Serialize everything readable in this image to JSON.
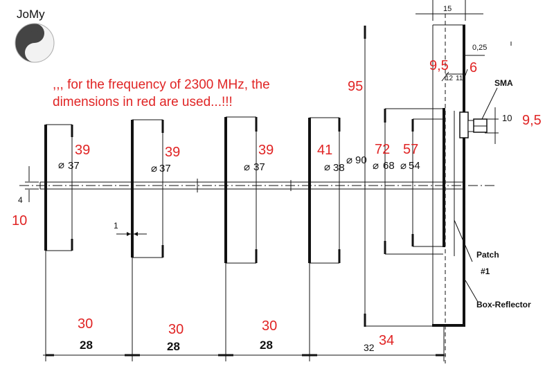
{
  "logo": {
    "name": "JoMy",
    "icon": "yin-yang-icon"
  },
  "note": {
    "line1": ",,, for the frequency of 2300 MHz, the",
    "line2": "dimensions in red are used...!!!"
  },
  "colors": {
    "red": "#e02424",
    "black": "#111111"
  },
  "elements": [
    {
      "red": "39",
      "black": "37",
      "dia": "⌀"
    },
    {
      "red": "39",
      "black": "37",
      "dia": "⌀"
    },
    {
      "red": "39",
      "black": "37",
      "dia": "⌀"
    },
    {
      "red": "41",
      "black": "38",
      "dia": "⌀"
    },
    {
      "red": "72",
      "black": "68",
      "dia": "⌀"
    },
    {
      "red": "57",
      "black": "54",
      "dia": "⌀"
    }
  ],
  "dims": {
    "top_width": "15",
    "gap_small": "0,25",
    "red_95a": "9,5",
    "red_6": "6",
    "d12": "12",
    "d11": "11",
    "sma": "SMA",
    "sma_len": "10",
    "red_95b": "9,5",
    "dia90": "90",
    "dia_sym": "⌀",
    "height_red": "95",
    "boom_4": "4",
    "boom_red_10": "10",
    "thick_1": "1",
    "spacing": [
      {
        "red": "30",
        "black": "28"
      },
      {
        "red": "30",
        "black": "28"
      },
      {
        "red": "30",
        "black": "28"
      }
    ],
    "last_black": "32",
    "last_red": "34"
  },
  "labels": {
    "patch": "Patch",
    "patch_num": "#1",
    "reflector": "Box-Reflector"
  }
}
